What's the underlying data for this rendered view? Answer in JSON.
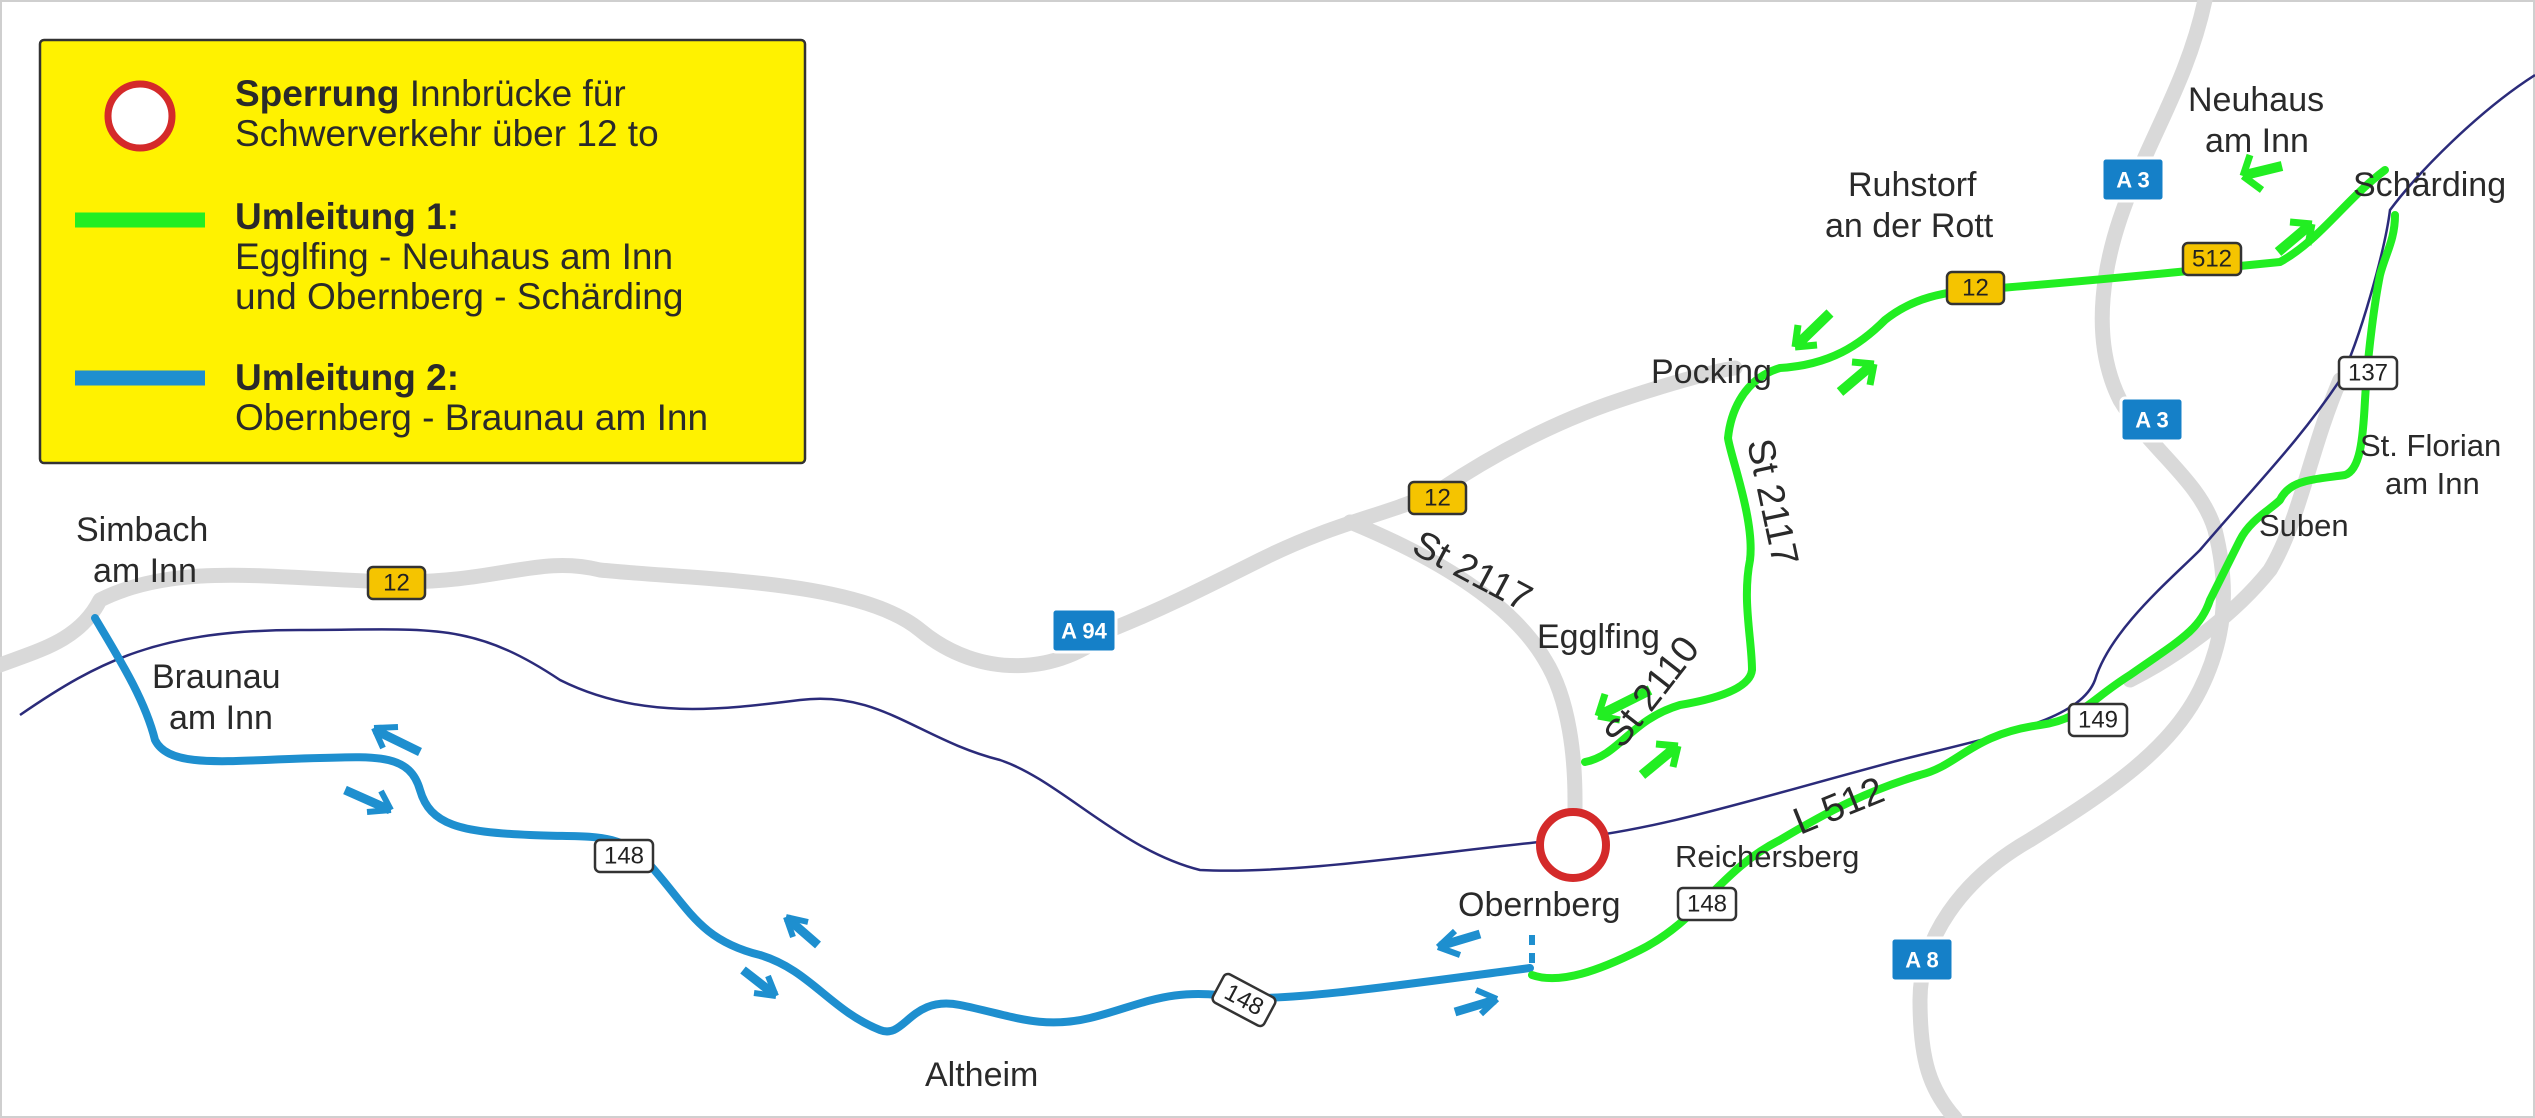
{
  "colors": {
    "background": "#ffffff",
    "road_gray": "#d9d9d9",
    "river": "#2b2b7a",
    "detour_1": "#22ee22",
    "detour_2": "#1e8fcf",
    "legend_bg": "#fff200",
    "closure_ring": "#d42a2a",
    "federal_road_shield": "#f5c400",
    "motorway_shield": "#1580c8"
  },
  "legend": {
    "closure": {
      "bold": "Sperrung",
      "line1_rest": " Innbrücke für",
      "line2": "Schwerverkehr über 12 to",
      "icon": "closure-circle-icon"
    },
    "detour_1": {
      "title": "Umleitung 1:",
      "line1": "Egglfing - Neuhaus am Inn",
      "line2": "und Obernberg - Schärding"
    },
    "detour_2": {
      "title": "Umleitung 2:",
      "line1": "Obernberg - Braunau am Inn"
    }
  },
  "places": {
    "simbach": [
      "Simbach",
      "am Inn"
    ],
    "braunau": [
      "Braunau",
      "am Inn"
    ],
    "altheim": "Altheim",
    "obernberg": "Obernberg",
    "reichersberg": "Reichersberg",
    "egglfing": "Egglfing",
    "pocking": "Pocking",
    "ruhstorf": [
      "Ruhstorf",
      "an der Rott"
    ],
    "neuhaus": [
      "Neuhaus",
      "am Inn"
    ],
    "schaerding": "Schärding",
    "st_florian": [
      "St. Florian",
      "am Inn"
    ],
    "suben": "Suben"
  },
  "road_labels": {
    "st2117_a": "St 2117",
    "st2117_b": "St 2117",
    "st2110": "St 2110",
    "l512": "L 512"
  },
  "shields": {
    "b12": "12",
    "b512": "512",
    "r148": "148",
    "r149": "149",
    "r137": "137",
    "a3": "A 3",
    "a8": "A 8",
    "a94": "A 94"
  }
}
